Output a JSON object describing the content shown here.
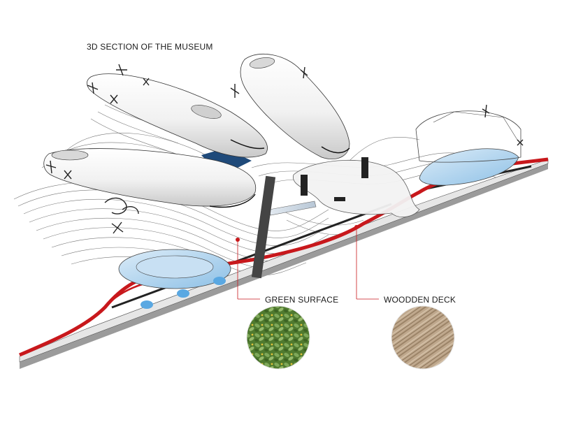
{
  "title": "3D SECTION OF THE MUSEUM",
  "labels": {
    "green_surface": "GREEN SURFACE",
    "wooden_deck": "WOODDEN DECK"
  },
  "colors": {
    "section_cut": "#c8181c",
    "water": "#a9cfe9",
    "water_deep": "#6fb2e3",
    "pod_fill": "#f4f4f4",
    "ground_top": "#e9e9e9",
    "ground_side": "#9b9b9b",
    "swatch_green": "#5e8c3a",
    "swatch_wood": "#b79f83"
  },
  "icons": {
    "green_swatch": "grass-texture-icon",
    "wood_swatch": "wood-texture-icon"
  }
}
